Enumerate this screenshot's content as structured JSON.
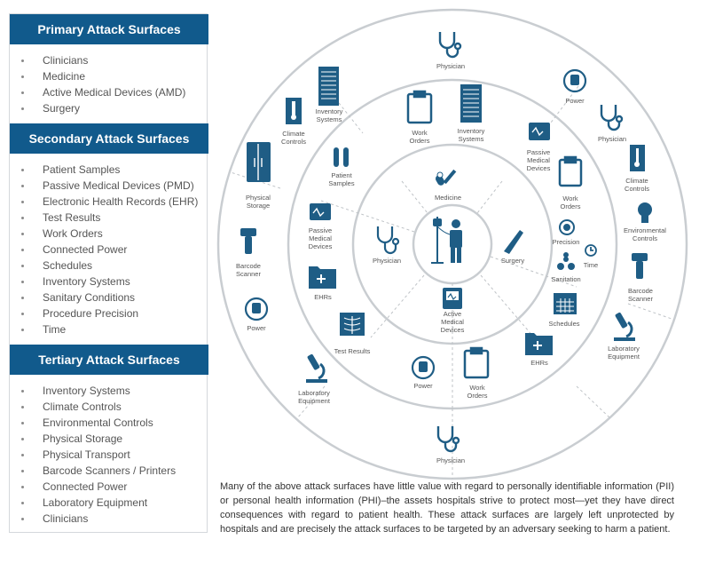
{
  "sections": [
    {
      "title": "Primary Attack Surfaces",
      "items": [
        "Clinicians",
        "Medicine",
        "Active Medical Devices (AMD)",
        "Surgery"
      ]
    },
    {
      "title": "Secondary Attack Surfaces",
      "items": [
        "Patient Samples",
        "Passive Medical Devices (PMD)",
        "Electronic Health Records (EHR)",
        "Test Results",
        "Work Orders",
        "Connected Power",
        "Schedules",
        "Inventory Systems",
        "Sanitary Conditions",
        "Procedure Precision",
        "Time"
      ]
    },
    {
      "title": "Tertiary Attack Surfaces",
      "items": [
        "Inventory Systems",
        "Climate Controls",
        "Environmental Controls",
        "Physical Storage",
        "Physical Transport",
        "Barcode Scanners / Printers",
        "Connected Power",
        "Laboratory Equipment",
        "Clinicians"
      ]
    }
  ],
  "diagram": {
    "center": {
      "physician": "Physician",
      "medicine": "Medicine",
      "surgery": "Surgery",
      "amd": [
        "Active",
        "Medical",
        "Devices"
      ]
    },
    "secondary": {
      "patient_samples": [
        "Patient",
        "Samples"
      ],
      "passive_devices_left": [
        "Passive",
        "Medical",
        "Devices"
      ],
      "ehrs_left": "EHRs",
      "test_results": "Test Results",
      "work_orders_top": [
        "Work",
        "Orders"
      ],
      "inventory_top": [
        "Inventory",
        "Systems"
      ],
      "passive_devices_right": [
        "Passive",
        "Medical",
        "Devices"
      ],
      "work_orders_right": [
        "Work",
        "Orders"
      ],
      "precision": "Precision",
      "time": "Time",
      "sanitation": "Sanitation",
      "schedules": "Schedules",
      "power_bottom": "Power",
      "work_orders_bottom": [
        "Work",
        "Orders"
      ]
    },
    "tertiary": {
      "physician_top": "Physician",
      "inventory": [
        "Inventory",
        "Systems"
      ],
      "climate_left": [
        "Climate",
        "Controls"
      ],
      "physical_storage": [
        "Physical",
        "Storage"
      ],
      "barcode_left": [
        "Barcode",
        "Scanner"
      ],
      "power_left": "Power",
      "lab_left": [
        "Laboratory",
        "Equipment"
      ],
      "physician_bottom": "Physician",
      "power_right": "Power",
      "physician_right": "Physician",
      "climate_right": [
        "Climate",
        "Controls"
      ],
      "environmental": [
        "Environmental",
        "Controls"
      ],
      "barcode_right": [
        "Barcode",
        "Scanner"
      ],
      "lab_right": [
        "Laboratory",
        "Equipment"
      ],
      "ehrs_right": "EHRs"
    }
  },
  "caption": "Many of the above attack surfaces have little value with regard to personally identifiable information (PII) or personal health information (PHI)–the assets hospitals strive to protect most—yet they have direct consequences with regard to patient health. These attack surfaces are largely left unprotected by hospitals and are precisely the attack surfaces to be targeted by an adversary seeking to harm a patient.",
  "colors": {
    "header": "#115a8c",
    "icon": "#1f5d85",
    "ring": "#c9cdd1"
  }
}
